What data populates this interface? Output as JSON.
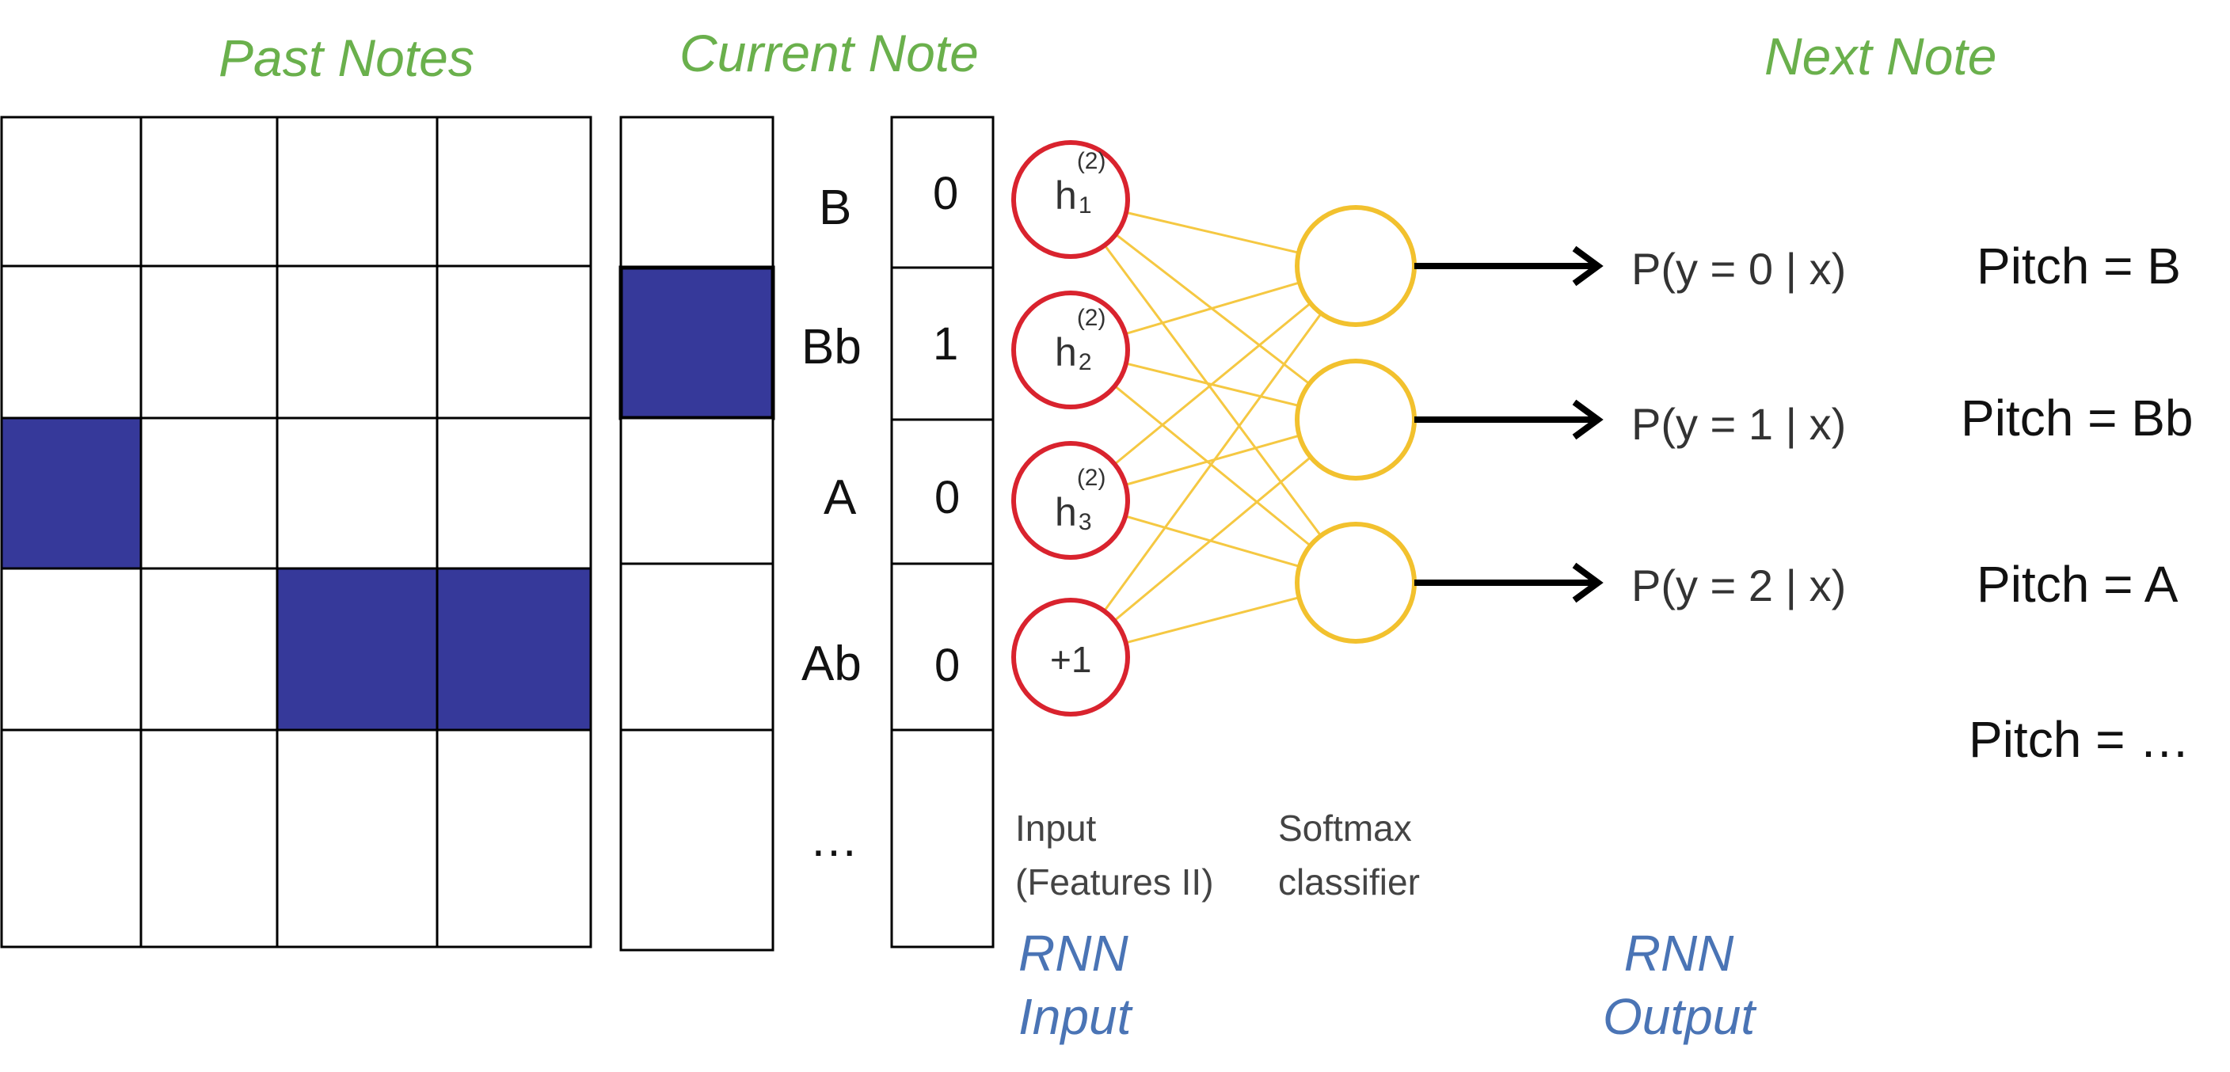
{
  "headers": {
    "past_notes": "Past Notes",
    "current_note": "Current Note",
    "next_note": "Next Note"
  },
  "past_notes_grid": {
    "rows": 5,
    "cols": 4,
    "filled": [
      [
        2,
        0
      ],
      [
        3,
        2
      ],
      [
        3,
        3
      ]
    ]
  },
  "current_note_column": {
    "rows": 5,
    "filled_row": 1
  },
  "note_names": [
    "B",
    "Bb",
    "A",
    "Ab",
    "…"
  ],
  "one_hot_values": [
    "0",
    "1",
    "0",
    "0",
    ""
  ],
  "input_nodes": [
    {
      "base": "h",
      "sup": "(2)",
      "sub": "1"
    },
    {
      "base": "h",
      "sup": "(2)",
      "sub": "2"
    },
    {
      "base": "h",
      "sup": "(2)",
      "sub": "3"
    },
    {
      "base": "+1",
      "sup": "",
      "sub": ""
    }
  ],
  "input_caption": [
    "Input",
    "(Features II)"
  ],
  "softmax_caption": [
    "Softmax",
    "classifier"
  ],
  "probabilities": [
    "P(y = 0 | x)",
    "P(y = 1 | x)",
    "P(y = 2 | x)"
  ],
  "pitches": [
    "Pitch = B",
    "Pitch = Bb",
    "Pitch = A",
    "Pitch = …"
  ],
  "rnn_input": [
    "RNN",
    "Input"
  ],
  "rnn_output": [
    "RNN",
    "Output"
  ],
  "colors": {
    "filled_cell": "#36399a",
    "header_green": "#6ab04c",
    "rnn_blue": "#4a74b5",
    "input_node": "#d9232e",
    "softmax_node": "#f2c12e",
    "connection": "#f5c842",
    "arrow": "#000000"
  }
}
